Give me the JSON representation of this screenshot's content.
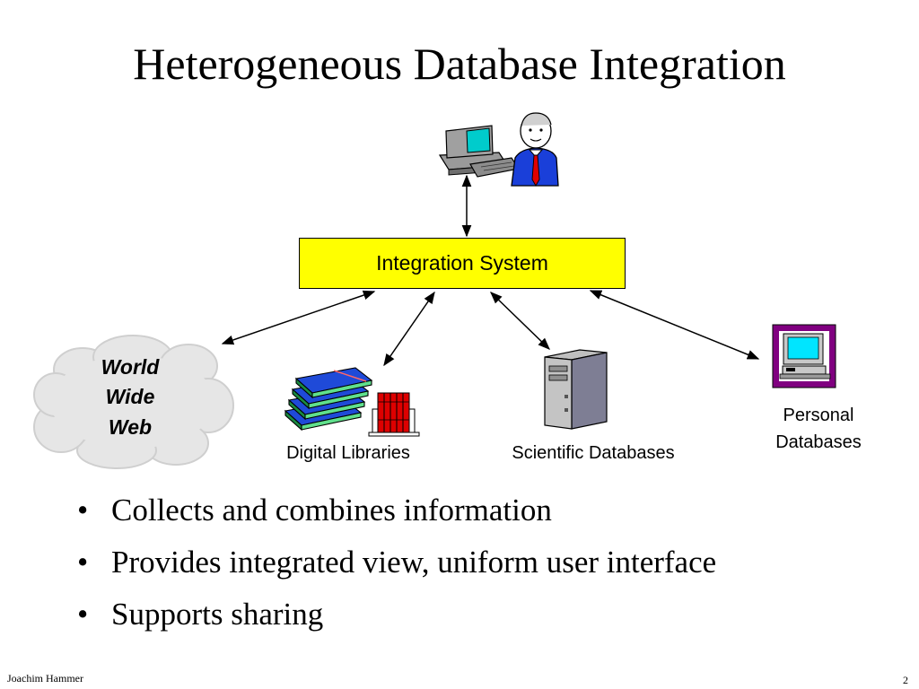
{
  "slide": {
    "title": "Heterogeneous Database Integration",
    "author": "Joachim Hammer",
    "page_number": "2"
  },
  "diagram": {
    "center_box": "Integration System",
    "center_box_color": "#ffff00",
    "user_icon": "computer-user-icon",
    "sources": [
      {
        "label": "World Wide Web",
        "lines": [
          "World",
          "Wide",
          "Web"
        ],
        "icon": "cloud-icon"
      },
      {
        "label": "Digital Libraries",
        "icon": "books-icon"
      },
      {
        "label": "Scientific Databases",
        "icon": "server-icon"
      },
      {
        "label": "Personal Databases",
        "lines": [
          "Personal",
          "Databases"
        ],
        "icon": "personal-computer-icon"
      }
    ]
  },
  "bullets": [
    "Collects and combines information",
    "Provides integrated view, uniform user interface",
    "Supports sharing"
  ]
}
